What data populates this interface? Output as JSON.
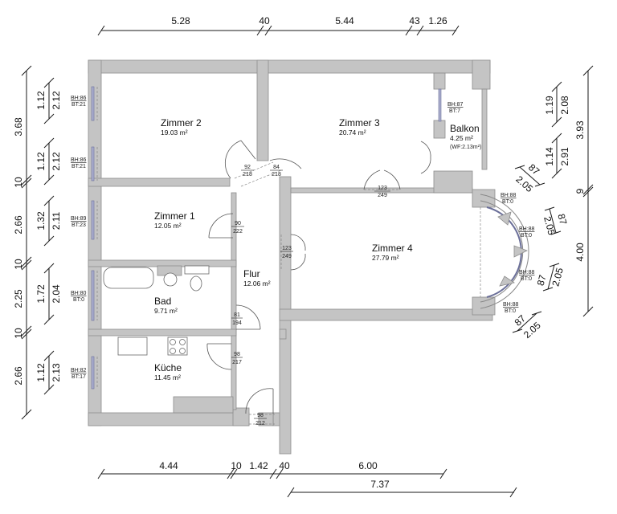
{
  "plan": {
    "top_dimensions": [
      "5.28",
      "40",
      "5.44",
      "43",
      "1.26"
    ],
    "bottom_dimensions_row1": [
      "4.44",
      "10",
      "1.42",
      "40",
      "6.00"
    ],
    "bottom_dimensions_row2": [
      "7.37"
    ],
    "left_outer_dimensions": [
      "3.68",
      "10",
      "2.66",
      "10",
      "2.25",
      "10",
      "2.66"
    ],
    "right_outer_dimensions": [
      "3.93",
      "9",
      "4.00"
    ],
    "left_window_dimensions": [
      {
        "width": "1.12",
        "height": "2.12",
        "bh": "BH:86",
        "bt": "BT:21"
      },
      {
        "width": "1.12",
        "height": "2.12",
        "bh": "BH:86",
        "bt": "BT:21"
      },
      {
        "width": "1.32",
        "height": "2.11",
        "bh": "BH:89",
        "bt": "BT:23"
      },
      {
        "width": "1.72",
        "height": "2.04",
        "bh": "BH:80",
        "bt": "BT:0"
      },
      {
        "width": "1.12",
        "height": "2.13",
        "bh": "BH:82",
        "bt": "BT:17"
      }
    ],
    "right_window_dimensions": [
      {
        "width": "1.19",
        "height": "2.08"
      },
      {
        "width": "1.14",
        "height": "2.91"
      }
    ],
    "bay_windows": [
      {
        "width": "87",
        "height": "2.05",
        "bh": "BH:88",
        "bt": "BT:0"
      },
      {
        "width": "87",
        "height": "2.05",
        "bh": "BH:88",
        "bt": "BT:0"
      },
      {
        "width": "87",
        "height": "2.05",
        "bh": "BH:88",
        "bt": "BT:0"
      },
      {
        "width": "87",
        "height": "2.05",
        "bh": "BH:88",
        "bt": "BT:0"
      }
    ],
    "balcony_window": {
      "bh": "BH:87",
      "bt": "BT:7"
    },
    "rooms": [
      {
        "name": "Zimmer 2",
        "area": "19.03 m²"
      },
      {
        "name": "Zimmer 3",
        "area": "20.74 m²"
      },
      {
        "name": "Balkon",
        "area": "4.25 m²",
        "note": "(WF:2.13m²)"
      },
      {
        "name": "Zimmer 1",
        "area": "12.05 m²"
      },
      {
        "name": "Zimmer 4",
        "area": "27.79 m²"
      },
      {
        "name": "Flur",
        "area": "12.06 m²"
      },
      {
        "name": "Bad",
        "area": "9.71 m²"
      },
      {
        "name": "Küche",
        "area": "11.45 m²"
      }
    ],
    "doors": [
      {
        "w": "92",
        "h": "218"
      },
      {
        "w": "84",
        "h": "218"
      },
      {
        "w": "123",
        "h": "249"
      },
      {
        "w": "90",
        "h": "222"
      },
      {
        "w": "123",
        "h": "249"
      },
      {
        "w": "81",
        "h": "194"
      },
      {
        "w": "98",
        "h": "217"
      },
      {
        "w": "98",
        "h": "212"
      }
    ],
    "colors": {
      "wall": "#c4c4c4",
      "glass": "#a9accc",
      "line": "#1a1a1a"
    }
  }
}
